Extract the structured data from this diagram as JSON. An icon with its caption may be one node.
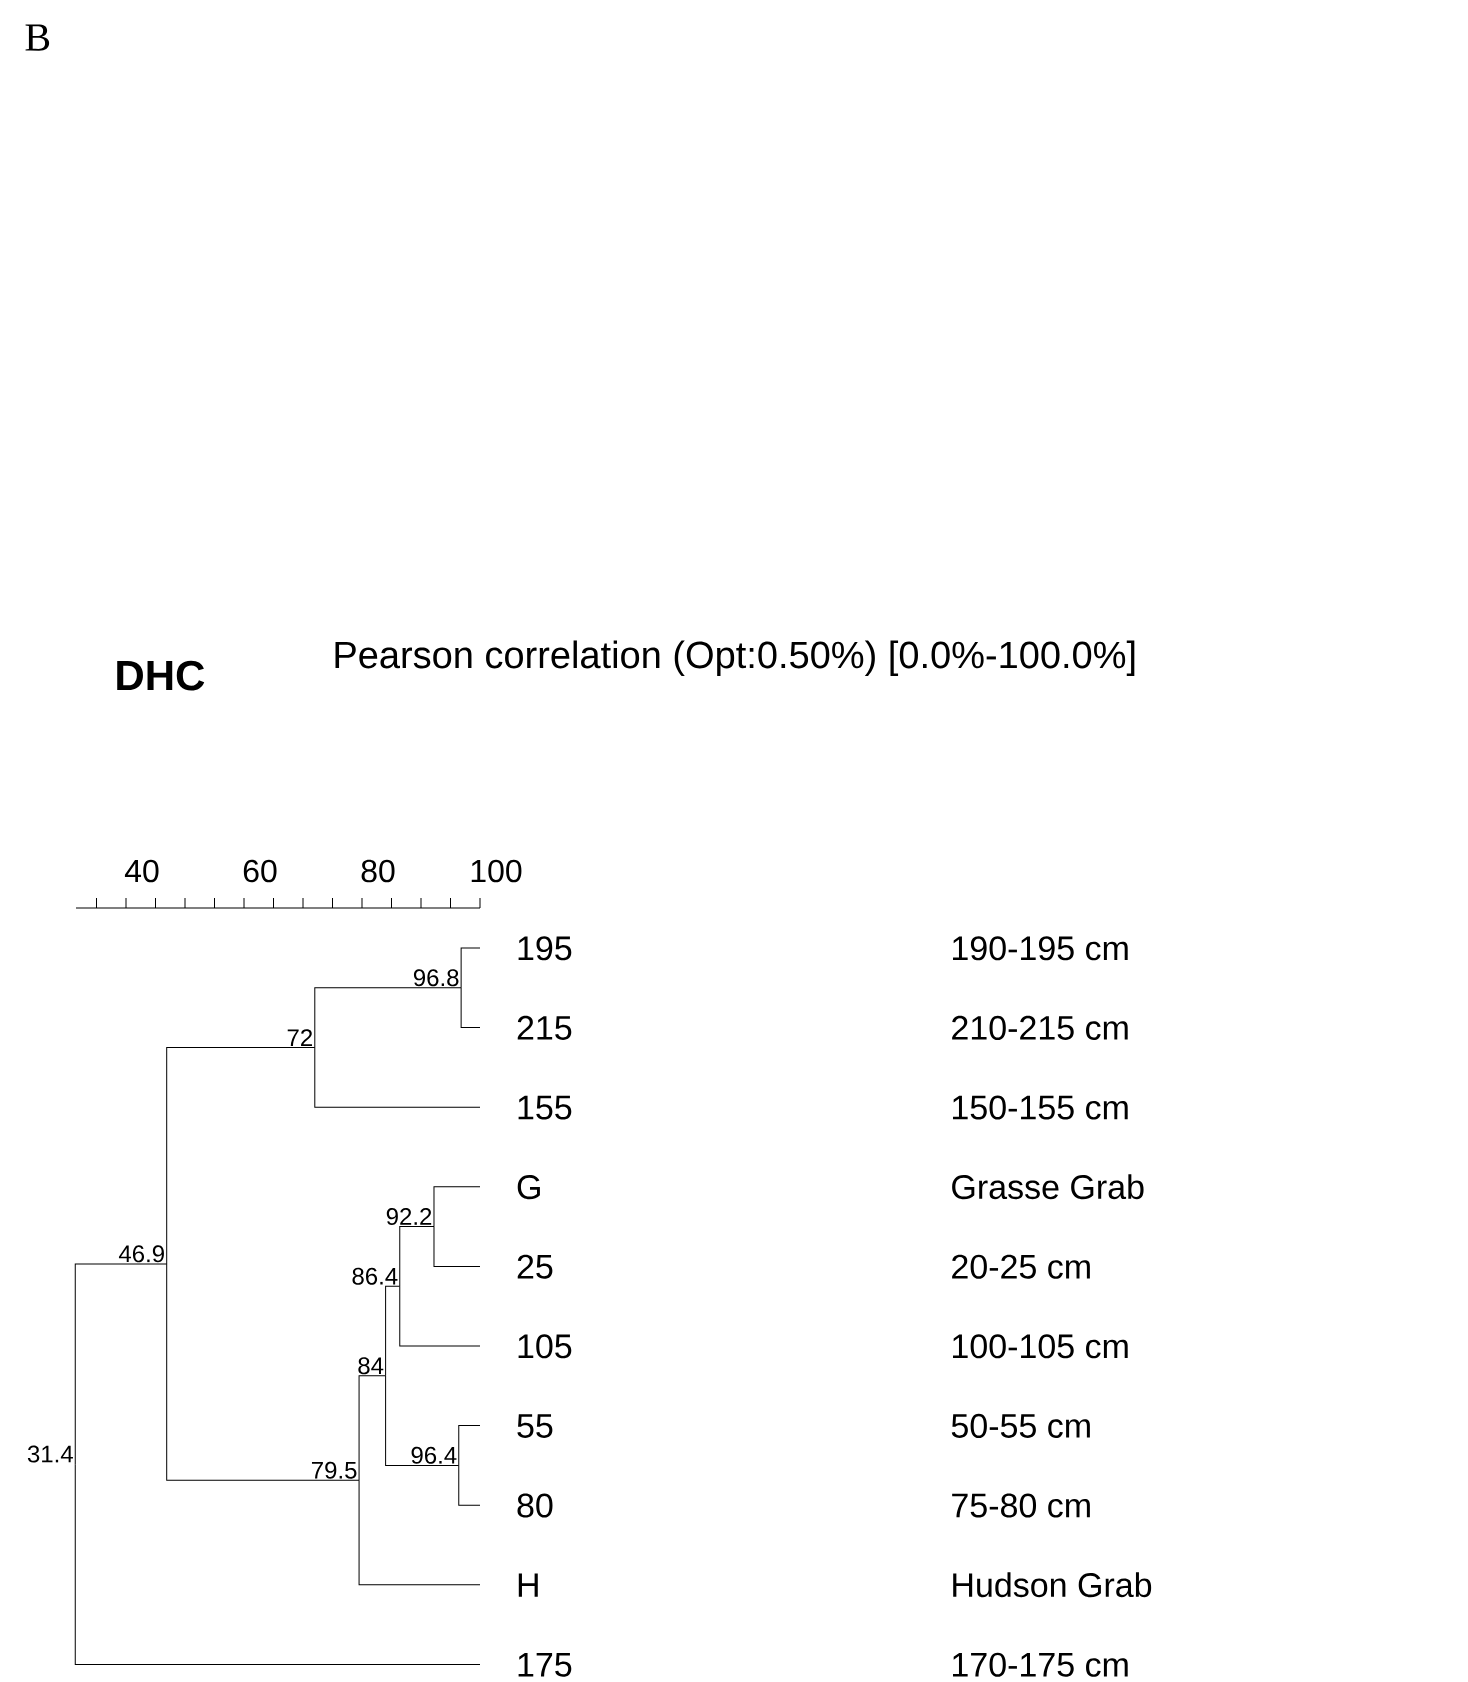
{
  "diagram": {
    "title": "DHC",
    "nodes": [
      {
        "text": [
          "195"
        ]
      },
      {
        "text": [
          "215"
        ]
      },
      {
        "text": [
          "155"
        ]
      },
      {
        "text": [
          "G"
        ]
      },
      {
        "text": [
          "25"
        ]
      },
      {
        "text": [
          "105"
        ]
      },
      {
        "text": [
          "55"
        ]
      },
      {
        "text": [
          "80"
        ]
      },
      {
        "text": [
          "H"
        ]
      },
      {
        "text": [
          "175"
        ]
      },
      {
        "text": [
          "96.8"
        ]
      },
      {
        "text": [
          "72"
        ]
      },
      {
        "text": [
          "92.2"
        ]
      },
      {
        "text": [
          "86.4"
        ]
      },
      {
        "text": [
          "96.4"
        ]
      },
      {
        "text": [
          "84"
        ]
      },
      {
        "text": [
          "79.5"
        ]
      },
      {
        "text": [
          "46.9"
        ]
      },
      {
        "text": [
          "31.4"
        ]
      }
    ],
    "edges": [
      {
        "from": 10,
        "to": 0,
        "arrow": "none"
      },
      {
        "from": 10,
        "to": 1,
        "arrow": "none"
      },
      {
        "from": 11,
        "to": 10,
        "arrow": "none"
      },
      {
        "from": 11,
        "to": 2,
        "arrow": "none"
      },
      {
        "from": 12,
        "to": 3,
        "arrow": "none"
      },
      {
        "from": 12,
        "to": 4,
        "arrow": "none"
      },
      {
        "from": 13,
        "to": 12,
        "arrow": "none"
      },
      {
        "from": 13,
        "to": 5,
        "arrow": "none"
      },
      {
        "from": 14,
        "to": 6,
        "arrow": "none"
      },
      {
        "from": 14,
        "to": 7,
        "arrow": "none"
      },
      {
        "from": 15,
        "to": 13,
        "arrow": "none"
      },
      {
        "from": 15,
        "to": 14,
        "arrow": "none"
      },
      {
        "from": 16,
        "to": 15,
        "arrow": "none"
      },
      {
        "from": 16,
        "to": 8,
        "arrow": "none"
      },
      {
        "from": 17,
        "to": 11,
        "arrow": "none"
      },
      {
        "from": 17,
        "to": 16,
        "arrow": "none"
      },
      {
        "from": 18,
        "to": 17,
        "arrow": "none"
      },
      {
        "from": 18,
        "to": 9,
        "arrow": "none"
      }
    ],
    "labels": [
      "B",
      "Pearson correlation (Opt:0.50%) [0.0%-100.0%]",
      "40",
      "60",
      "80",
      "100",
      "190-195 cm",
      "210-215 cm",
      "150-155 cm",
      "Grasse Grab",
      "20-25 cm",
      "100-105 cm",
      "50-55 cm",
      "75-80 cm",
      "Hudson Grab",
      "170-175 cm"
    ]
  }
}
